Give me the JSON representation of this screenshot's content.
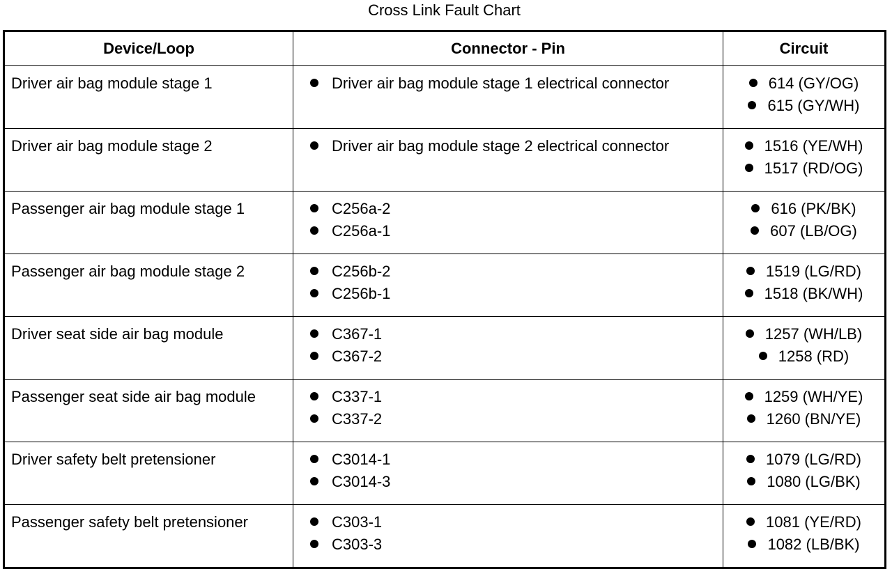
{
  "title": "Cross Link Fault Chart",
  "headers": [
    "Device/Loop",
    "Connector - Pin",
    "Circuit"
  ],
  "rows": [
    {
      "device": "Driver air bag module stage 1",
      "connectors": [
        "Driver air bag module stage 1 electrical connector"
      ],
      "circuits": [
        "614 (GY/OG)",
        "615 (GY/WH)"
      ]
    },
    {
      "device": "Driver air bag module stage 2",
      "connectors": [
        "Driver air bag module stage 2 electrical connector"
      ],
      "circuits": [
        "1516 (YE/WH)",
        "1517 (RD/OG)"
      ]
    },
    {
      "device": "Passenger air bag module stage 1",
      "connectors": [
        "C256a-2",
        "C256a-1"
      ],
      "circuits": [
        "616 (PK/BK)",
        "607 (LB/OG)"
      ]
    },
    {
      "device": "Passenger air bag module stage 2",
      "connectors": [
        "C256b-2",
        "C256b-1"
      ],
      "circuits": [
        "1519 (LG/RD)",
        "1518 (BK/WH)"
      ]
    },
    {
      "device": "Driver seat side air bag module",
      "connectors": [
        "C367-1",
        "C367-2"
      ],
      "circuits": [
        "1257 (WH/LB)",
        "1258 (RD)"
      ]
    },
    {
      "device": "Passenger seat side air bag module",
      "connectors": [
        "C337-1",
        "C337-2"
      ],
      "circuits": [
        "1259 (WH/YE)",
        "1260 (BN/YE)"
      ]
    },
    {
      "device": "Driver safety belt pretensioner",
      "connectors": [
        "C3014-1",
        "C3014-3"
      ],
      "circuits": [
        "1079 (LG/RD)",
        "1080 (LG/BK)"
      ]
    },
    {
      "device": "Passenger safety belt pretensioner",
      "connectors": [
        "C303-1",
        "C303-3"
      ],
      "circuits": [
        "1081 (YE/RD)",
        "1082 (LB/BK)"
      ]
    }
  ]
}
